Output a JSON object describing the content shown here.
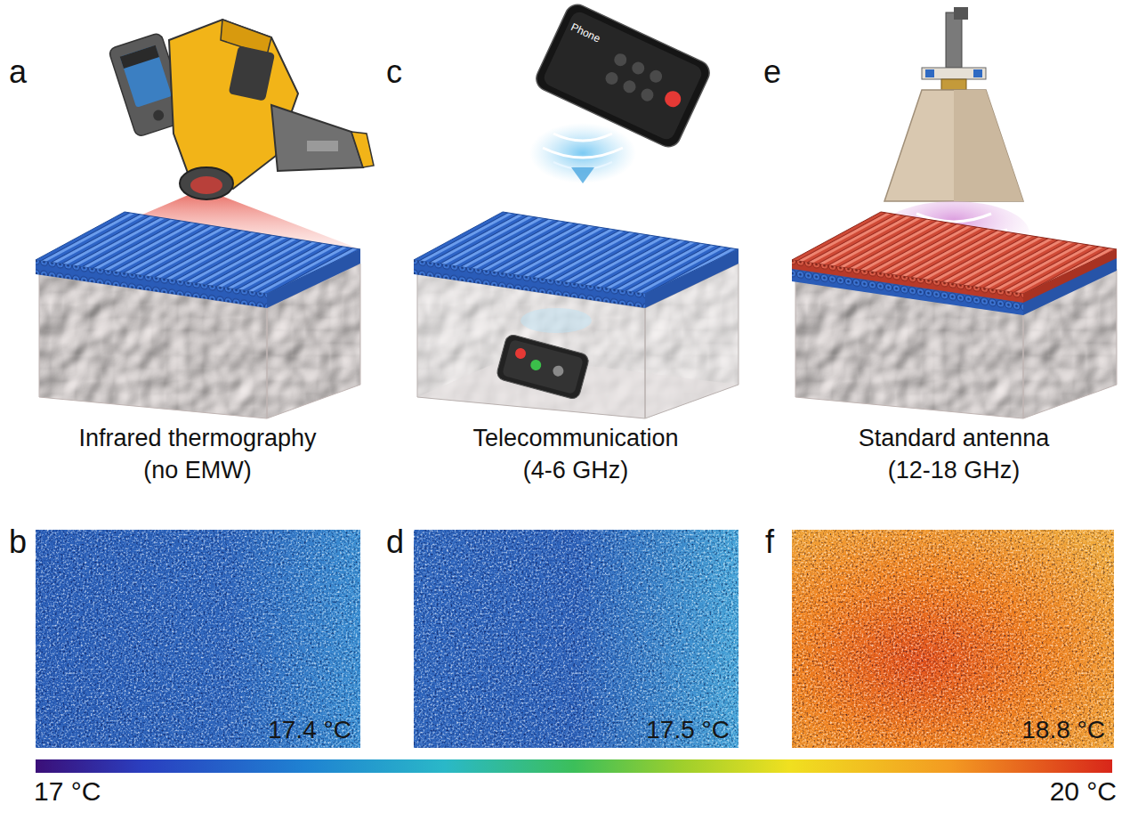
{
  "diagram": {
    "nodes": [
      {
        "text": [
          "17.4 °C"
        ]
      },
      {
        "text": [
          "17.5 °C"
        ]
      },
      {
        "text": [
          "18.8 °C"
        ]
      }
    ],
    "labels": [
      "a",
      "c",
      "e",
      "Phone",
      "Infrared thermography",
      "(no EMW)",
      "Telecommunication",
      "(4-6 GHz)",
      "Standard antenna",
      "(12-18 GHz)",
      "b",
      "d",
      "f",
      "17 °C",
      "20 °C"
    ]
  }
}
